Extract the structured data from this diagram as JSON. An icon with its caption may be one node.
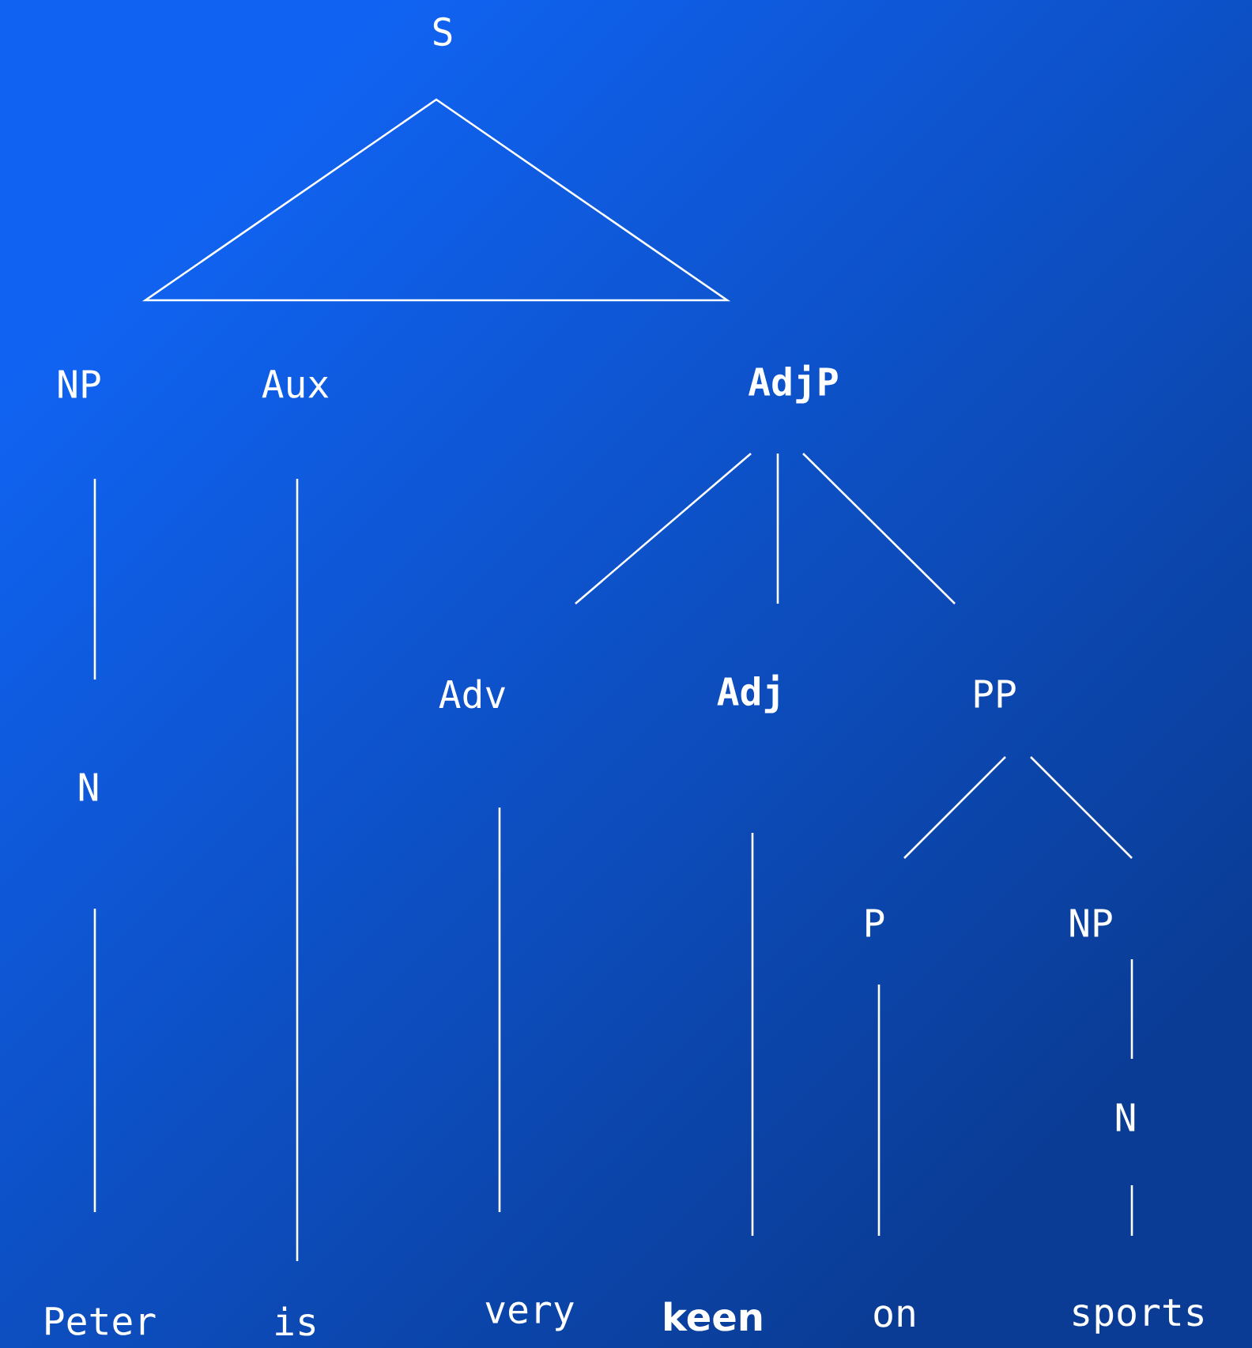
{
  "diagram": {
    "nodes": [
      {
        "text": [
          "S"
        ]
      },
      {
        "text": [
          "NP"
        ]
      },
      {
        "text": [
          "Aux"
        ]
      },
      {
        "text": [
          "AdjP"
        ]
      },
      {
        "text": [
          "N"
        ]
      },
      {
        "text": [
          "Adv"
        ]
      },
      {
        "text": [
          "Adj"
        ]
      },
      {
        "text": [
          "PP"
        ]
      },
      {
        "text": [
          "P"
        ]
      },
      {
        "text": [
          "NP"
        ]
      },
      {
        "text": [
          "N"
        ]
      },
      {
        "text": [
          "Peter"
        ]
      },
      {
        "text": [
          "is"
        ]
      },
      {
        "text": [
          "very"
        ]
      },
      {
        "text": [
          "keen"
        ]
      },
      {
        "text": [
          "on"
        ]
      },
      {
        "text": [
          "sports"
        ]
      }
    ],
    "edges": [
      {
        "from": 1,
        "to": 4,
        "arrow": "none"
      },
      {
        "from": 4,
        "to": 11,
        "arrow": "none"
      },
      {
        "from": 2,
        "to": 12,
        "arrow": "none"
      },
      {
        "from": 3,
        "to": 5,
        "arrow": "none"
      },
      {
        "from": 3,
        "to": 6,
        "arrow": "none"
      },
      {
        "from": 3,
        "to": 7,
        "arrow": "none"
      },
      {
        "from": 5,
        "to": 13,
        "arrow": "none"
      },
      {
        "from": 6,
        "to": 14,
        "arrow": "none"
      },
      {
        "from": 7,
        "to": 8,
        "arrow": "none"
      },
      {
        "from": 7,
        "to": 9,
        "arrow": "none"
      },
      {
        "from": 8,
        "to": 15,
        "arrow": "none"
      },
      {
        "from": 9,
        "to": 10,
        "arrow": "none"
      },
      {
        "from": 10,
        "to": 16,
        "arrow": "none"
      }
    ]
  }
}
